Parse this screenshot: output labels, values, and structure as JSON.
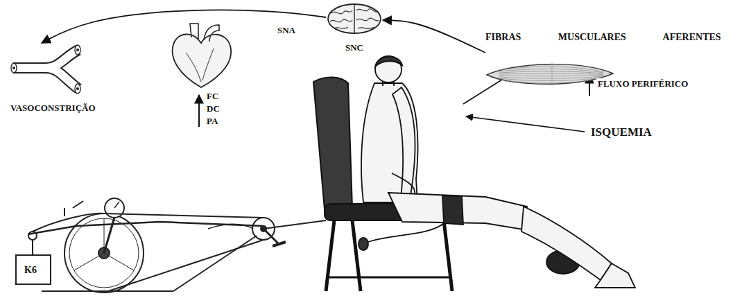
{
  "diagram": {
    "nodes": [
      {
        "text": [
          "SNC"
        ]
      },
      {
        "text": [
          "FC DC PA"
        ]
      },
      {
        "text": [
          "VASOCONSTRIÇÃO"
        ]
      },
      {
        "text": [
          "FIBRAS MUSCULARES AFERENTES"
        ]
      }
    ],
    "edges": [
      {
        "from": 3,
        "to": 0,
        "arrow": "to"
      },
      {
        "from": 0,
        "to": 2,
        "arrow": "to",
        "label": "SNA"
      }
    ],
    "labels": [
      "FLUXO PERIFÉRICO",
      "ISQUEMIA",
      "K6"
    ]
  }
}
